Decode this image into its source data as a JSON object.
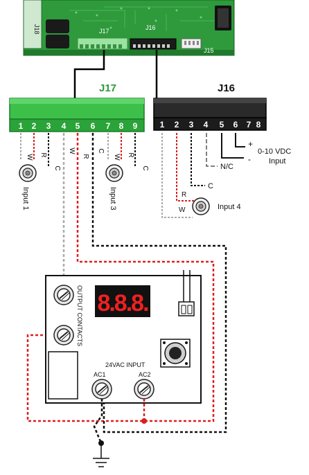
{
  "pcb": {
    "header_left_label": "J18",
    "j17_label": "J17",
    "j16_label": "J16",
    "j15_label": "J15",
    "colors": {
      "board": "#2e9a3c",
      "board_dark": "#1f7a2c",
      "j17_green": "#3cc04a",
      "j16_black": "#2a2a2a"
    }
  },
  "j17": {
    "title": "J17",
    "pins": [
      "1",
      "2",
      "3",
      "4",
      "5",
      "6",
      "7",
      "8",
      "9"
    ],
    "wire_letters": {
      "input1": [
        "R",
        "W",
        "C"
      ],
      "output": [
        "W",
        "R"
      ],
      "input3": [
        "R",
        "W",
        "C"
      ],
      "pin6": "C"
    },
    "input1_label": "Input 1",
    "input3_label": "Input 3"
  },
  "j16": {
    "title": "J16",
    "pins": [
      "1",
      "2",
      "3",
      "4",
      "5",
      "6",
      "7",
      "8"
    ],
    "plus_sign": "+",
    "minus_sign": "-",
    "vdc_label_line1": "0-10 VDC",
    "vdc_label_line2": "Input",
    "nc_label": "N/C",
    "c_label": "C",
    "r_label": "R",
    "w_label": "W",
    "input4_label": "Input 4"
  },
  "controller": {
    "display_text": "8.8.8.",
    "output_contacts_label": "OUTPUT CONTACTS",
    "power_input_label": "24VAC INPUT",
    "ac1_label": "AC1",
    "ac2_label": "AC2"
  }
}
